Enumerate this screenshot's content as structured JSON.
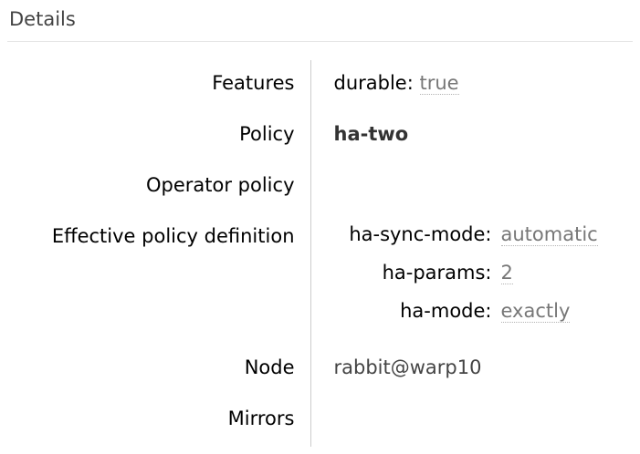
{
  "title": "Details",
  "colors": {
    "heading": "#444444",
    "header_rule": "#e5e5e5",
    "column_divider": "#cccccc",
    "label_text": "#000000",
    "abbr_value_text": "#777777",
    "abbr_underline": "#b3b3b3",
    "policy_name_text": "#333333",
    "node_name_text": "#444444"
  },
  "facts": {
    "features": {
      "label": "Features",
      "key": "durable:",
      "value": "true"
    },
    "policy": {
      "label": "Policy",
      "value": "ha-two"
    },
    "operator_policy": {
      "label": "Operator policy",
      "value": ""
    },
    "effective_policy_definition": {
      "label": "Effective policy definition",
      "rows": [
        {
          "key": "ha-sync-mode:",
          "value": "automatic"
        },
        {
          "key": "ha-params:",
          "value": "2"
        },
        {
          "key": "ha-mode:",
          "value": "exactly"
        }
      ]
    },
    "node": {
      "label": "Node",
      "value": "rabbit@warp10"
    },
    "mirrors": {
      "label": "Mirrors",
      "value": ""
    }
  }
}
